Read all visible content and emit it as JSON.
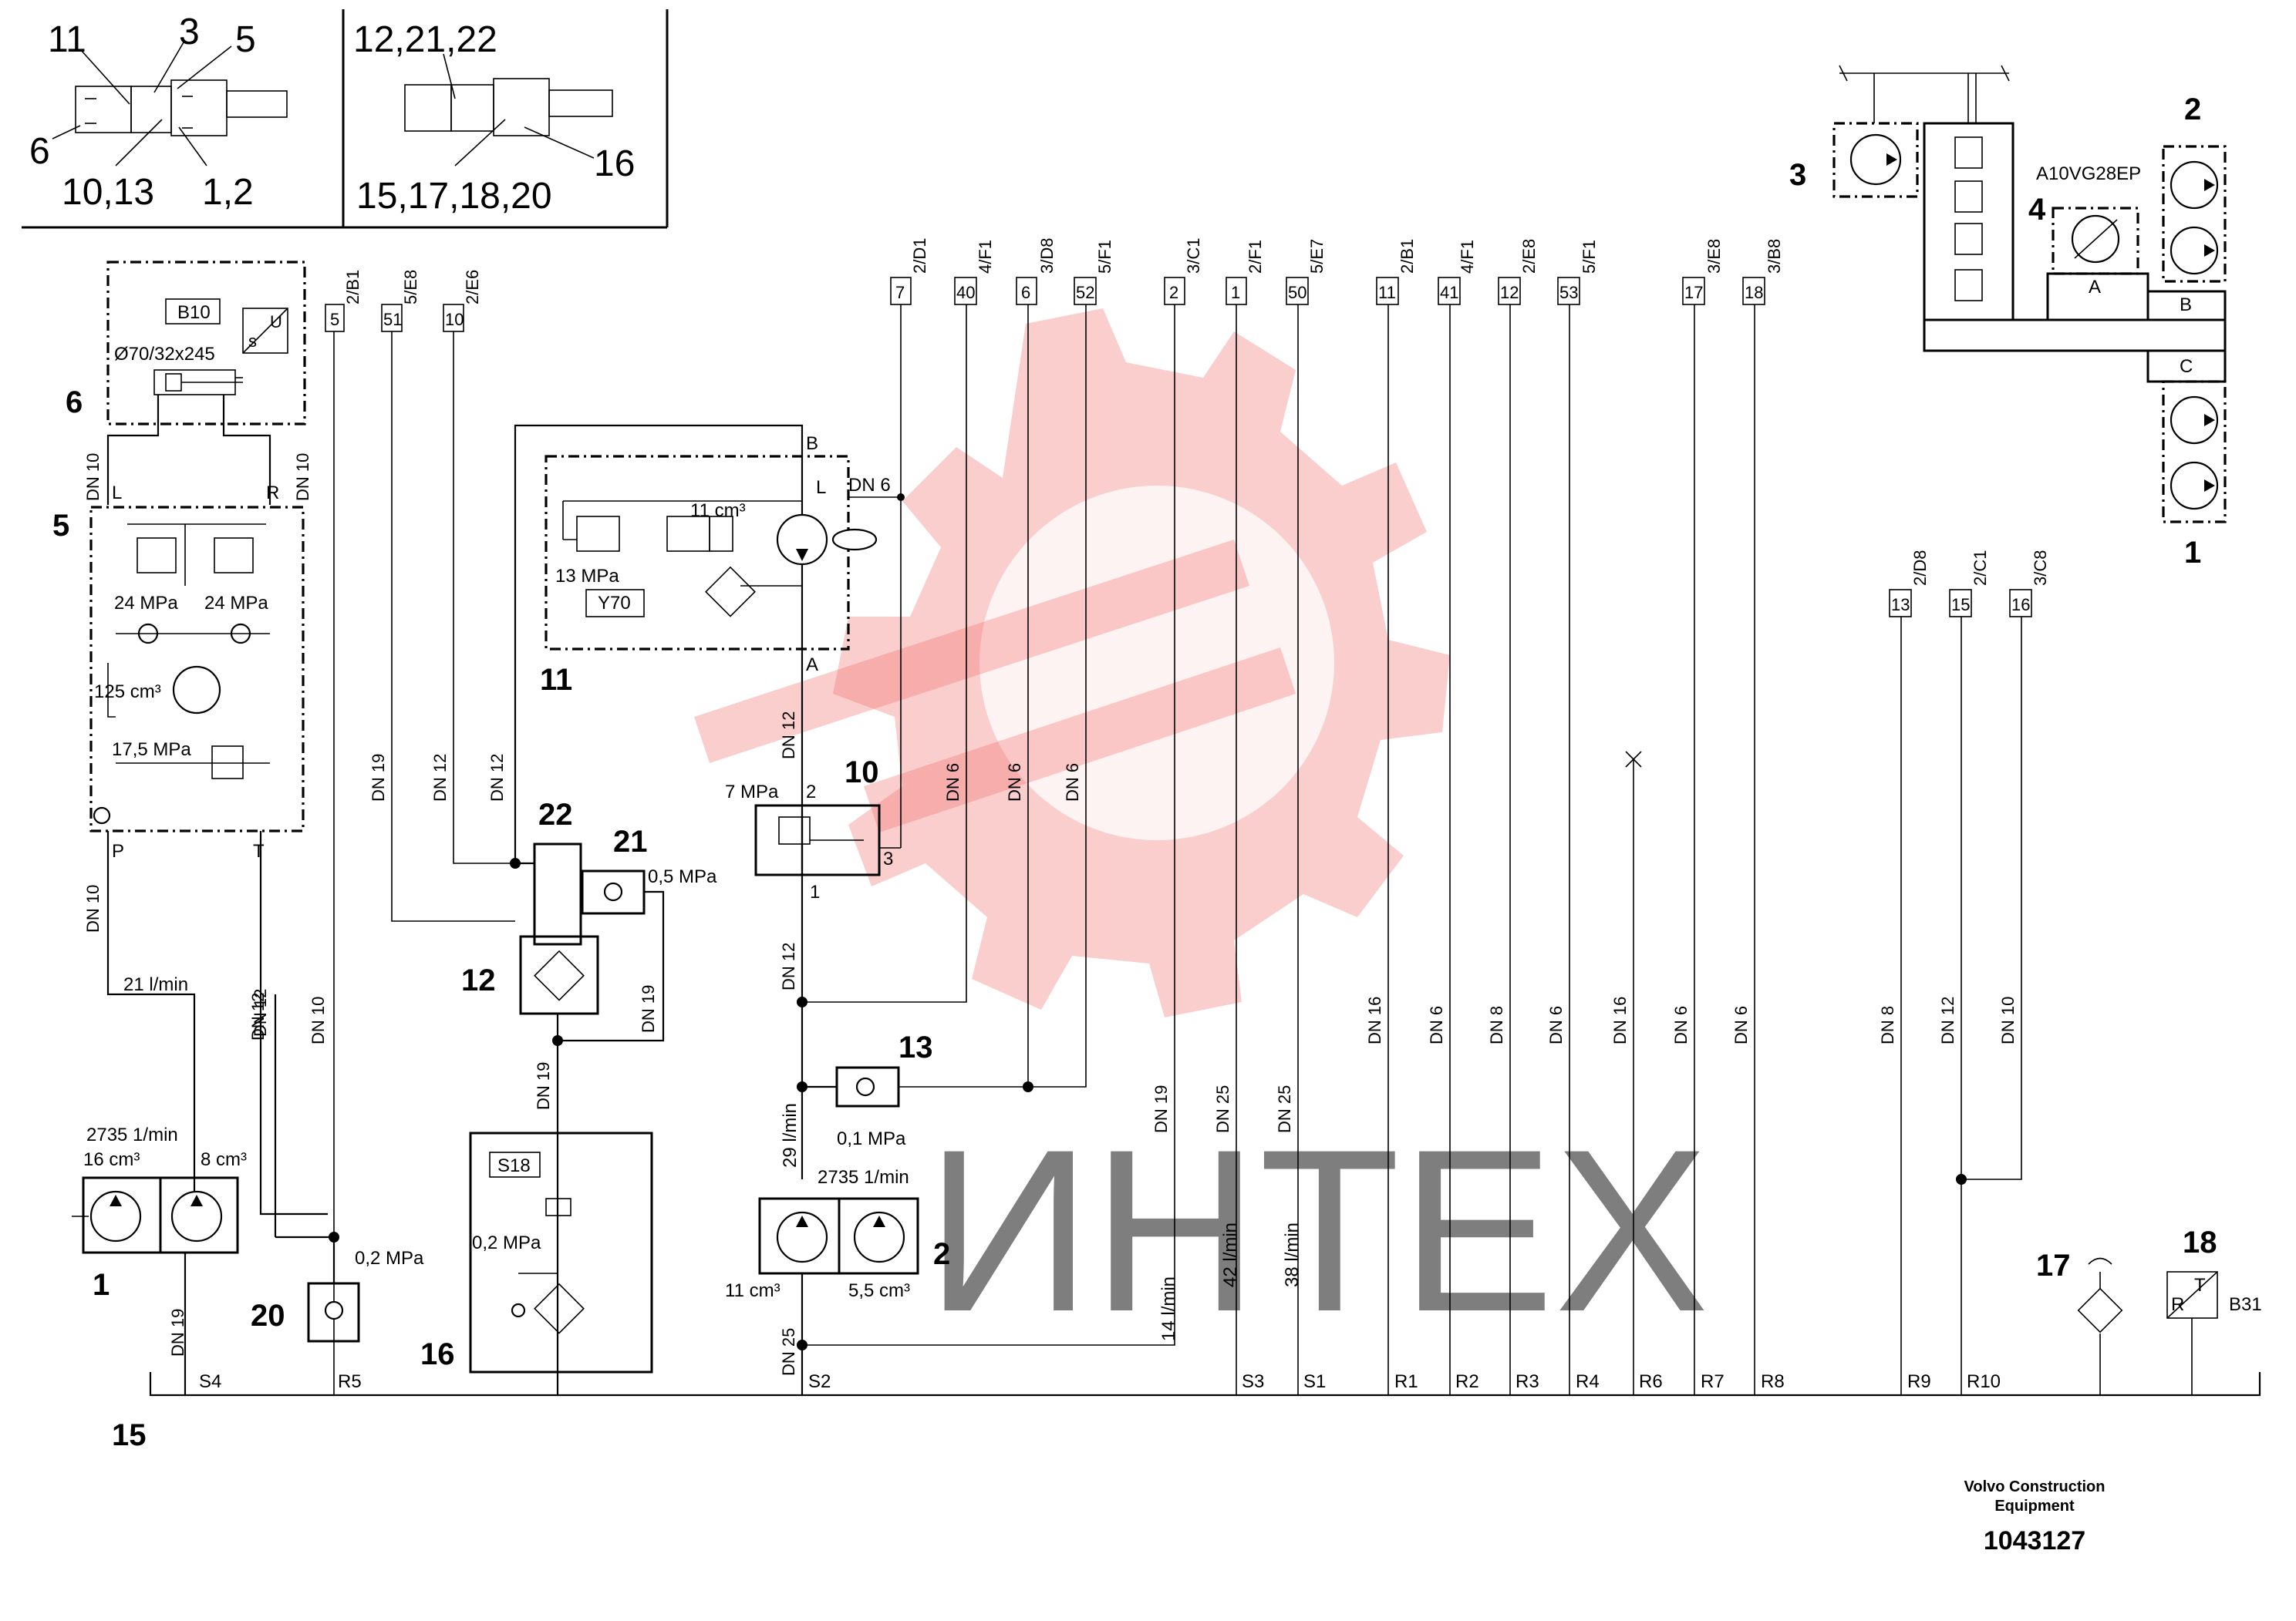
{
  "inset": {
    "left": {
      "n11": "11",
      "n3": "3",
      "n5": "5",
      "n6": "6",
      "n10_13": "10,13",
      "n1_2": "1,2"
    },
    "right": {
      "top": "12,21,22",
      "n16": "16",
      "bottom": "15,17,18,20"
    }
  },
  "components": {
    "c1": "1",
    "c2": "2",
    "c3": "3",
    "c4": "4",
    "c5": "5",
    "c6": "6",
    "c10": "10",
    "c11": "11",
    "c12": "12",
    "c13": "13",
    "c15": "15",
    "c16": "16",
    "c17": "17",
    "c18": "18",
    "c20": "20",
    "c21": "21",
    "c22": "22"
  },
  "engine": {
    "pump_model": "A10VG28EP",
    "port_a": "A",
    "port_b": "B",
    "port_c": "C"
  },
  "cylinder": {
    "code": "B10",
    "size": "Ø70/32x245",
    "sensor": "U",
    "sensor_s": "s"
  },
  "valve5": {
    "port_l": "L",
    "port_r": "R",
    "port_p": "P",
    "port_t": "T",
    "relief_left": "24 MPa",
    "relief_right": "24 MPa",
    "motor": "125 cm³",
    "relief_main": "17,5 MPa"
  },
  "unit11": {
    "port_b": "B",
    "port_a": "A",
    "port_l": "L",
    "motor": "11 cm³",
    "pressure": "13 MPa",
    "solenoid": "Y70"
  },
  "valve10": {
    "pressure": "7 MPa",
    "p1": "1",
    "p2": "2",
    "p3": "3"
  },
  "valve13": {
    "pressure": "0,1 MPa"
  },
  "valve21": {
    "pressure": "0,5 MPa"
  },
  "valve20": {
    "pressure": "0,2 MPa"
  },
  "filter16": {
    "switch": "S18",
    "pressure": "0,2 MPa"
  },
  "pump1": {
    "speed": "2735 1/min",
    "disp_left": "16 cm³",
    "disp_right": "8 cm³",
    "flow": "21 l/min"
  },
  "pump2": {
    "flow": "29 l/min",
    "speed": "2735 1/min",
    "disp_left": "11 cm³",
    "disp_right": "5,5 cm³"
  },
  "sensor18": {
    "r": "R",
    "t": "T",
    "code": "B31"
  },
  "tags": {
    "t5": "5",
    "t5r": "2/B1",
    "t51": "51",
    "t51r": "5/E8",
    "t10": "10",
    "t10r": "2/E6",
    "t7": "7",
    "t7r": "2/D1",
    "t40": "40",
    "t40r": "4/F1",
    "t6": "6",
    "t6r": "3/D8",
    "t52": "52",
    "t52r": "5/F1",
    "t2": "2",
    "t2r": "3/C1",
    "t1": "1",
    "t1r": "2/F1",
    "t50": "50",
    "t50r": "5/E7",
    "t11": "11",
    "t11r": "2/B1",
    "t41": "41",
    "t41r": "4/F1",
    "t12": "12",
    "t12r": "2/E8",
    "t53": "53",
    "t53r": "5/F1",
    "t17": "17",
    "t17r": "3/E8",
    "t18": "18",
    "t18r": "3/B8",
    "t13": "13",
    "t13r": "2/D8",
    "t15": "15",
    "t15r": "2/C1",
    "t16": "16",
    "t16r": "3/C8"
  },
  "dn": {
    "dn10": "DN 10",
    "dn12": "DN 12",
    "dn19": "DN 19",
    "dn6": "DN 6",
    "dn16": "DN 16",
    "dn8": "DN 8",
    "dn25": "DN 25"
  },
  "flows": {
    "f14": "14 l/min",
    "f42": "42 l/min",
    "f38": "38 l/min"
  },
  "bus": {
    "s4": "S4",
    "r5": "R5",
    "s2": "S2",
    "s3": "S3",
    "s1": "S1",
    "r1": "R1",
    "r2": "R2",
    "r3": "R3",
    "r4": "R4",
    "r6": "R6",
    "r7": "R7",
    "r8": "R8",
    "r9": "R9",
    "r10": "R10"
  },
  "footer": {
    "company1": "Volvo Construction",
    "company2": "Equipment",
    "doc": "1043127"
  },
  "watermark": "ИНТЕХ"
}
